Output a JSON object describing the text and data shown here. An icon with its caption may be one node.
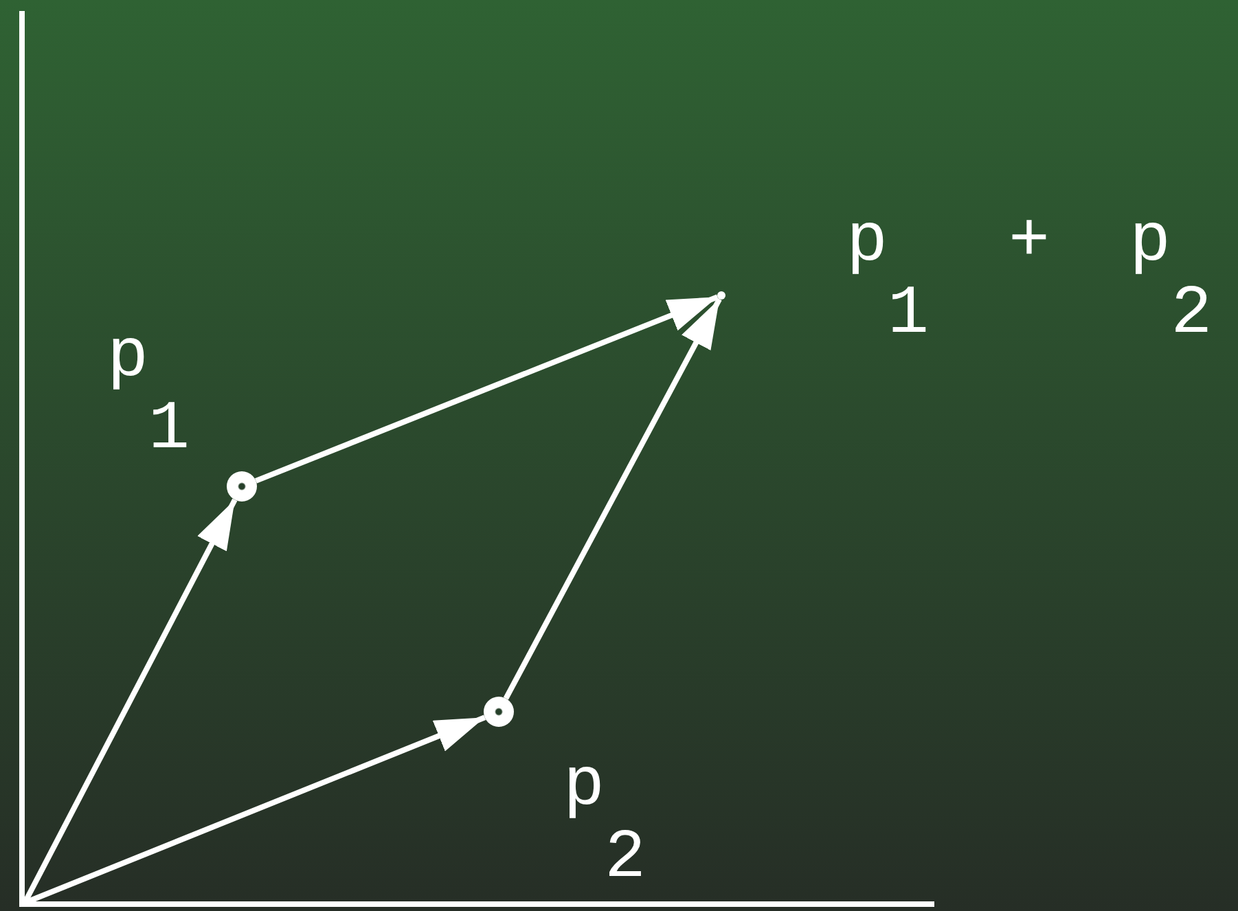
{
  "diagram": {
    "nodes": [
      {
        "text": [],
        "shape": "circle",
        "beside": [
          "p$_{1}$"
        ]
      },
      {
        "text": [],
        "shape": "circle",
        "beside": [
          "p$_{2}$"
        ]
      },
      {
        "text": [],
        "shape": "point",
        "beside": [
          "p$_{1}$ + p$_{2}$"
        ]
      }
    ],
    "edges": [
      {
        "from": null,
        "to": 0,
        "arrow": "to"
      },
      {
        "from": null,
        "to": 1,
        "arrow": "to"
      },
      {
        "from": 0,
        "to": 2,
        "arrow": "to"
      },
      {
        "from": 1,
        "to": 2,
        "arrow": "to"
      }
    ]
  }
}
